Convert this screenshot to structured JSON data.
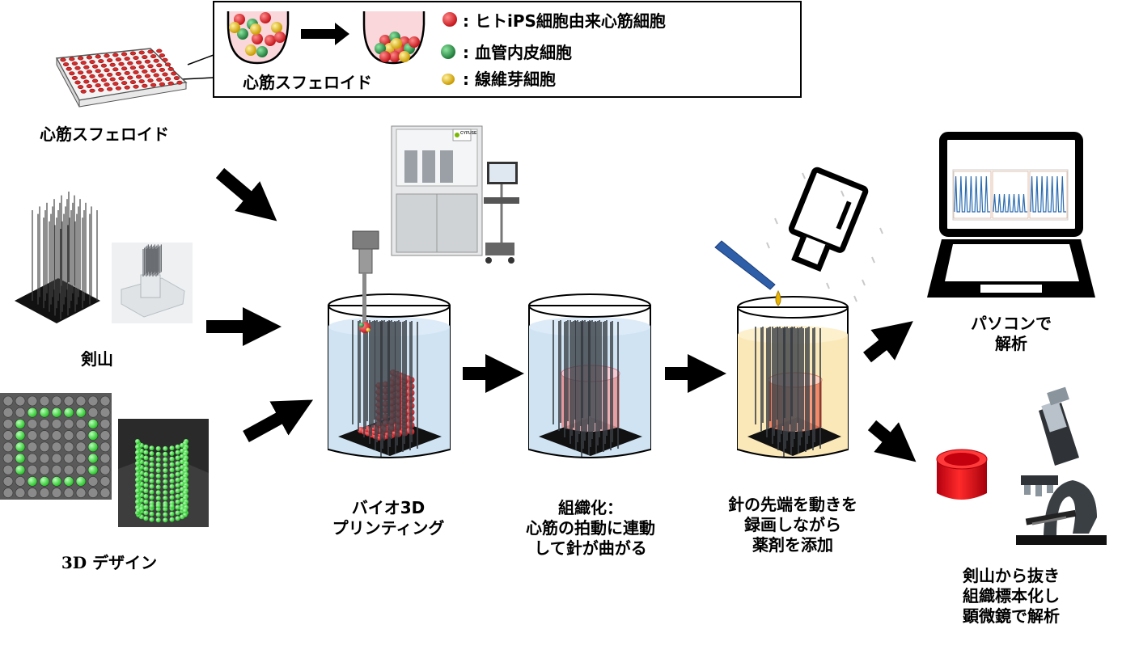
{
  "legend": {
    "spheroid_label": "心筋スフェロイド",
    "items": [
      {
        "label": "ヒトiPS細胞由来心筋細胞",
        "color": "#e5393b"
      },
      {
        "label": "血管内皮細胞",
        "color": "#2e9b4b"
      },
      {
        "label": "線維芽細胞",
        "color": "#e6b812"
      }
    ]
  },
  "inputs": {
    "spheroid": "心筋スフェロイド",
    "kenzan": "剣山",
    "design": "3D デザイン"
  },
  "steps": {
    "bioprint": [
      "バイオ3D",
      "プリンティング"
    ],
    "tissue": [
      "組織化：",
      "心筋の拍動に連動",
      "して針が曲がる"
    ],
    "record": [
      "針の先端を動きを",
      "録画しながら",
      "薬剤を添加"
    ]
  },
  "outputs": {
    "pc": [
      "パソコンで",
      "解析"
    ],
    "microscope": [
      "剣山から抜き",
      "組織標本化し",
      "顕微鏡で解析"
    ]
  },
  "printer_logo": "CYFUSE",
  "colors": {
    "cardiomyocyte": "#e5393b",
    "endothelial": "#2e9b4b",
    "fibroblast": "#e6b812",
    "design_green": "#33dd33",
    "arrow": "#000000",
    "liquid_blue": "#cfe3f3",
    "liquid_yellow": "#fbe8b8",
    "tissue_pink": "#f2a7b8"
  }
}
